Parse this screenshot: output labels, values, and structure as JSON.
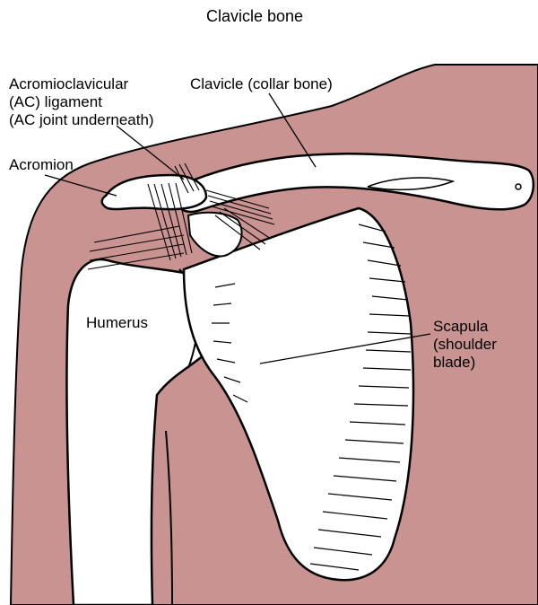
{
  "title": "Clavicle bone",
  "labels": {
    "ac_ligament": [
      "Acromioclavicular",
      "(AC) ligament",
      "(AC joint underneath)"
    ],
    "clavicle": "Clavicle (collar bone)",
    "acromion": "Acromion",
    "humerus": "Humerus",
    "scapula": [
      "Scapula",
      "(shoulder",
      "blade)"
    ]
  },
  "colors": {
    "tissue": "#c99391",
    "bone": "#ffffff",
    "outline": "#000000"
  }
}
